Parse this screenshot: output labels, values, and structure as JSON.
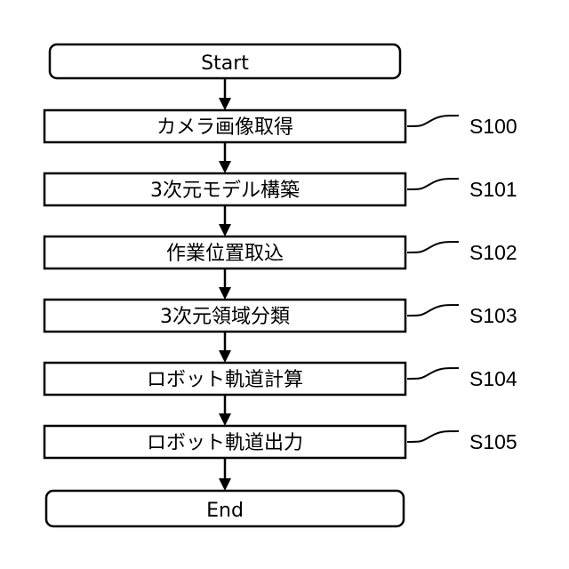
{
  "start": "Start",
  "end": "End",
  "steps": [
    {
      "id": "S100",
      "label": "カメラ画像取得"
    },
    {
      "id": "S101",
      "label": "3次元モデル構築"
    },
    {
      "id": "S102",
      "label": "作業位置取込"
    },
    {
      "id": "S103",
      "label": "3次元領域分類"
    },
    {
      "id": "S104",
      "label": "ロボット軌道計算"
    },
    {
      "id": "S105",
      "label": "ロボット軌道出力"
    }
  ]
}
